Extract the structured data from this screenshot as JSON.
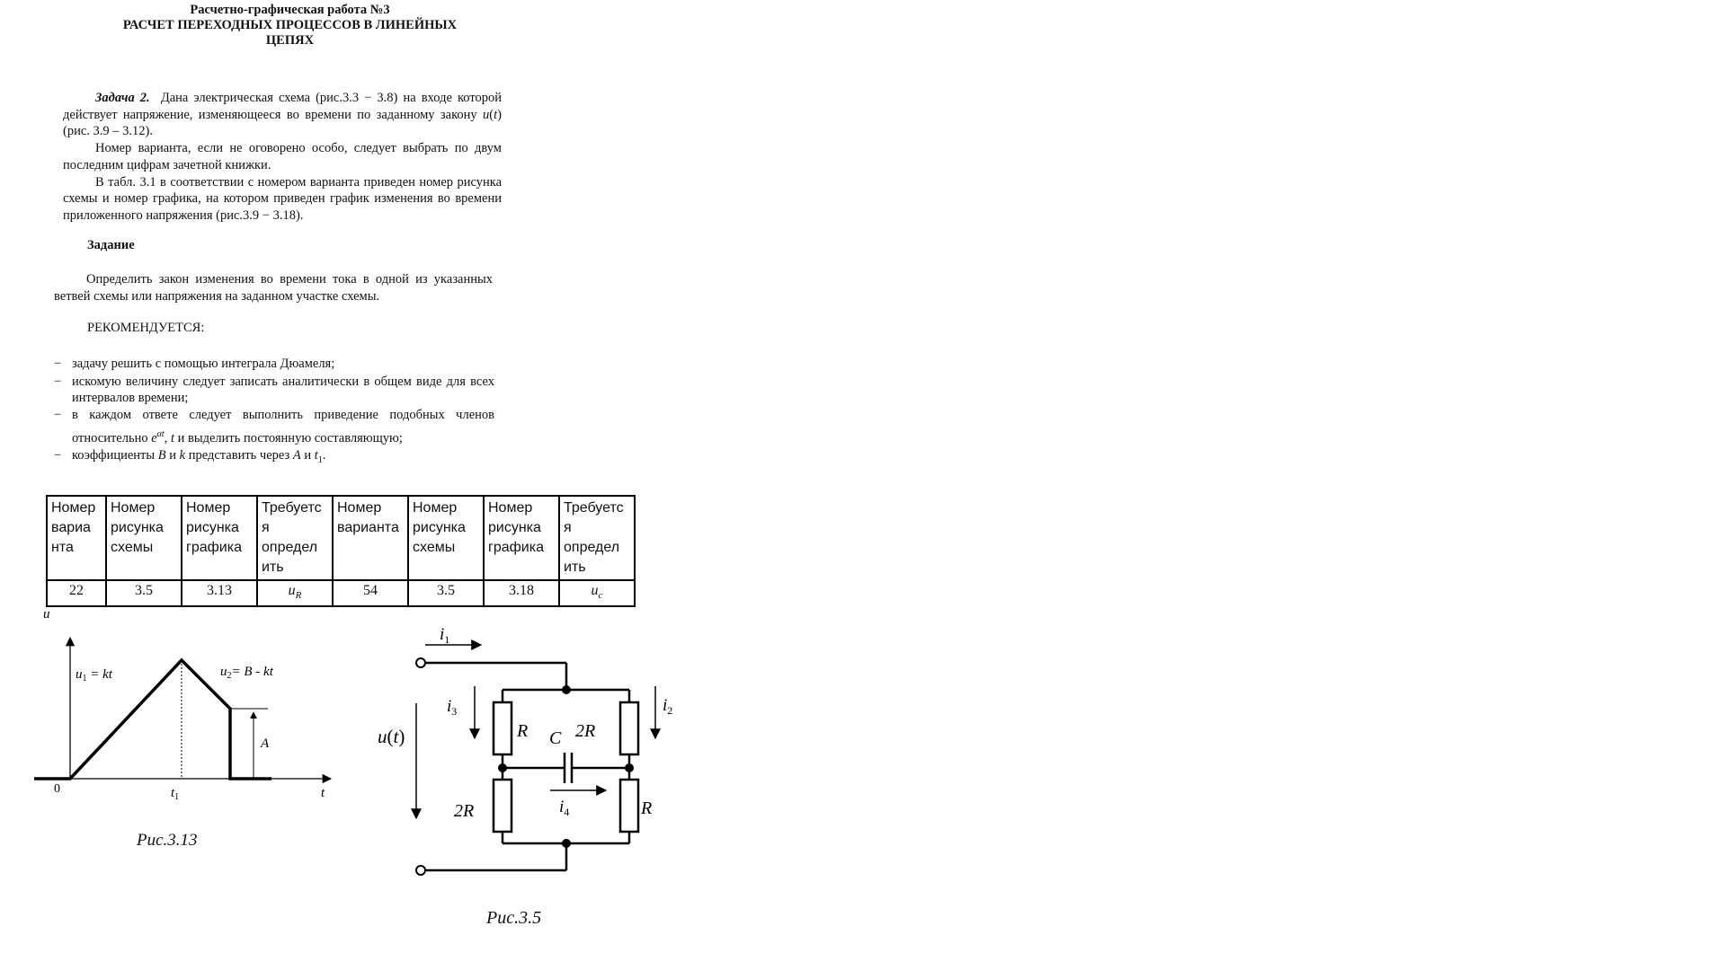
{
  "header": {
    "line1": "Расчетно-графическая работа №3",
    "line2": "РАСЧЕТ ПЕРЕХОДНЫХ ПРОЦЕССОВ В ЛИНЕЙНЫХ",
    "line3": "ЦЕПЯХ"
  },
  "task": {
    "label": "Задача 2.",
    "p1_text": "Дана электрическая схема (рис.3.3 − 3.8) на входе которой действует напряжение, изменяющееся во времени по заданному закону ",
    "p1_u": "u",
    "p1_t": "t",
    "p1_end": " (рис. 3.9 – 3.12).",
    "p2": "Номер варианта, если не оговорено особо, следует выбрать по двум последним цифрам зачетной книжки.",
    "p3": "В табл. 3.1 в соответствии с номером варианта приведен номер рисунка схемы и номер графика, на котором приведен график изменения во времени приложенного напряжения (рис.3.9 − 3.18)."
  },
  "assignment": {
    "heading": "Задание",
    "text": "Определить закон изменения во времени тока в одной из указанных ветвей схемы или напряжения на заданном участке схемы.",
    "recommend": "РЕКОМЕНДУЕТСЯ:"
  },
  "recommendations": {
    "dash": "−",
    "r1": "задачу решить с помощью интеграла Дюамеля;",
    "r2": "искомую величину следует записать аналитически в общем виде для всех интервалов времени;",
    "r3a": "в каждом ответе следует выполнить приведение подобных членов относительно ",
    "r3_e": "e",
    "r3_exp": "αt",
    "r3_t": "t",
    "r3b": " и выделить постоянную составляющую;",
    "r4a": "коэффициенты ",
    "r4_B": "B",
    "r4_and": " и ",
    "r4_k": "k",
    "r4b": " представить через ",
    "r4_A": "A",
    "r4_and2": " и ",
    "r4_t": "t",
    "r4_sub": "1"
  },
  "table": {
    "headers": [
      "Номер вариа нта",
      "Номер рисунка схемы",
      "Номер рисунка графика",
      "Требуетс я определ ить",
      "Номер варианта",
      "Номер рисунка схемы",
      "Номер рисунка графика",
      "Требуетс я определ ить"
    ],
    "values": [
      "22",
      "3.5",
      "3.13",
      "u",
      "54",
      "3.5",
      "3.18",
      "u"
    ],
    "subs": {
      "c3": "R",
      "c7": "c"
    }
  },
  "graph": {
    "u_axis": "u",
    "t_axis": "t",
    "origin": "0",
    "t1": "t",
    "t1_sub": "1",
    "u1_label": "u",
    "u1_sub": "1",
    "u1_expr": " = kt",
    "u2_label": "u",
    "u2_sub": "2",
    "u2_expr": "= B - kt",
    "A": "A",
    "caption": "Рис.3.13"
  },
  "circuit": {
    "i1": "i",
    "i1_sub": "1",
    "i2": "i",
    "i2_sub": "2",
    "i3": "i",
    "i3_sub": "3",
    "i4": "i",
    "i4_sub": "4",
    "u_t": "u",
    "u_t_paren_open": "(",
    "u_t_t": "t",
    "u_t_paren_close": ")",
    "R_top": "R",
    "C": "C",
    "R2_top": "2R",
    "R2_bottom": "2R",
    "R_bottom": "R",
    "caption": "Рис.3.5"
  }
}
